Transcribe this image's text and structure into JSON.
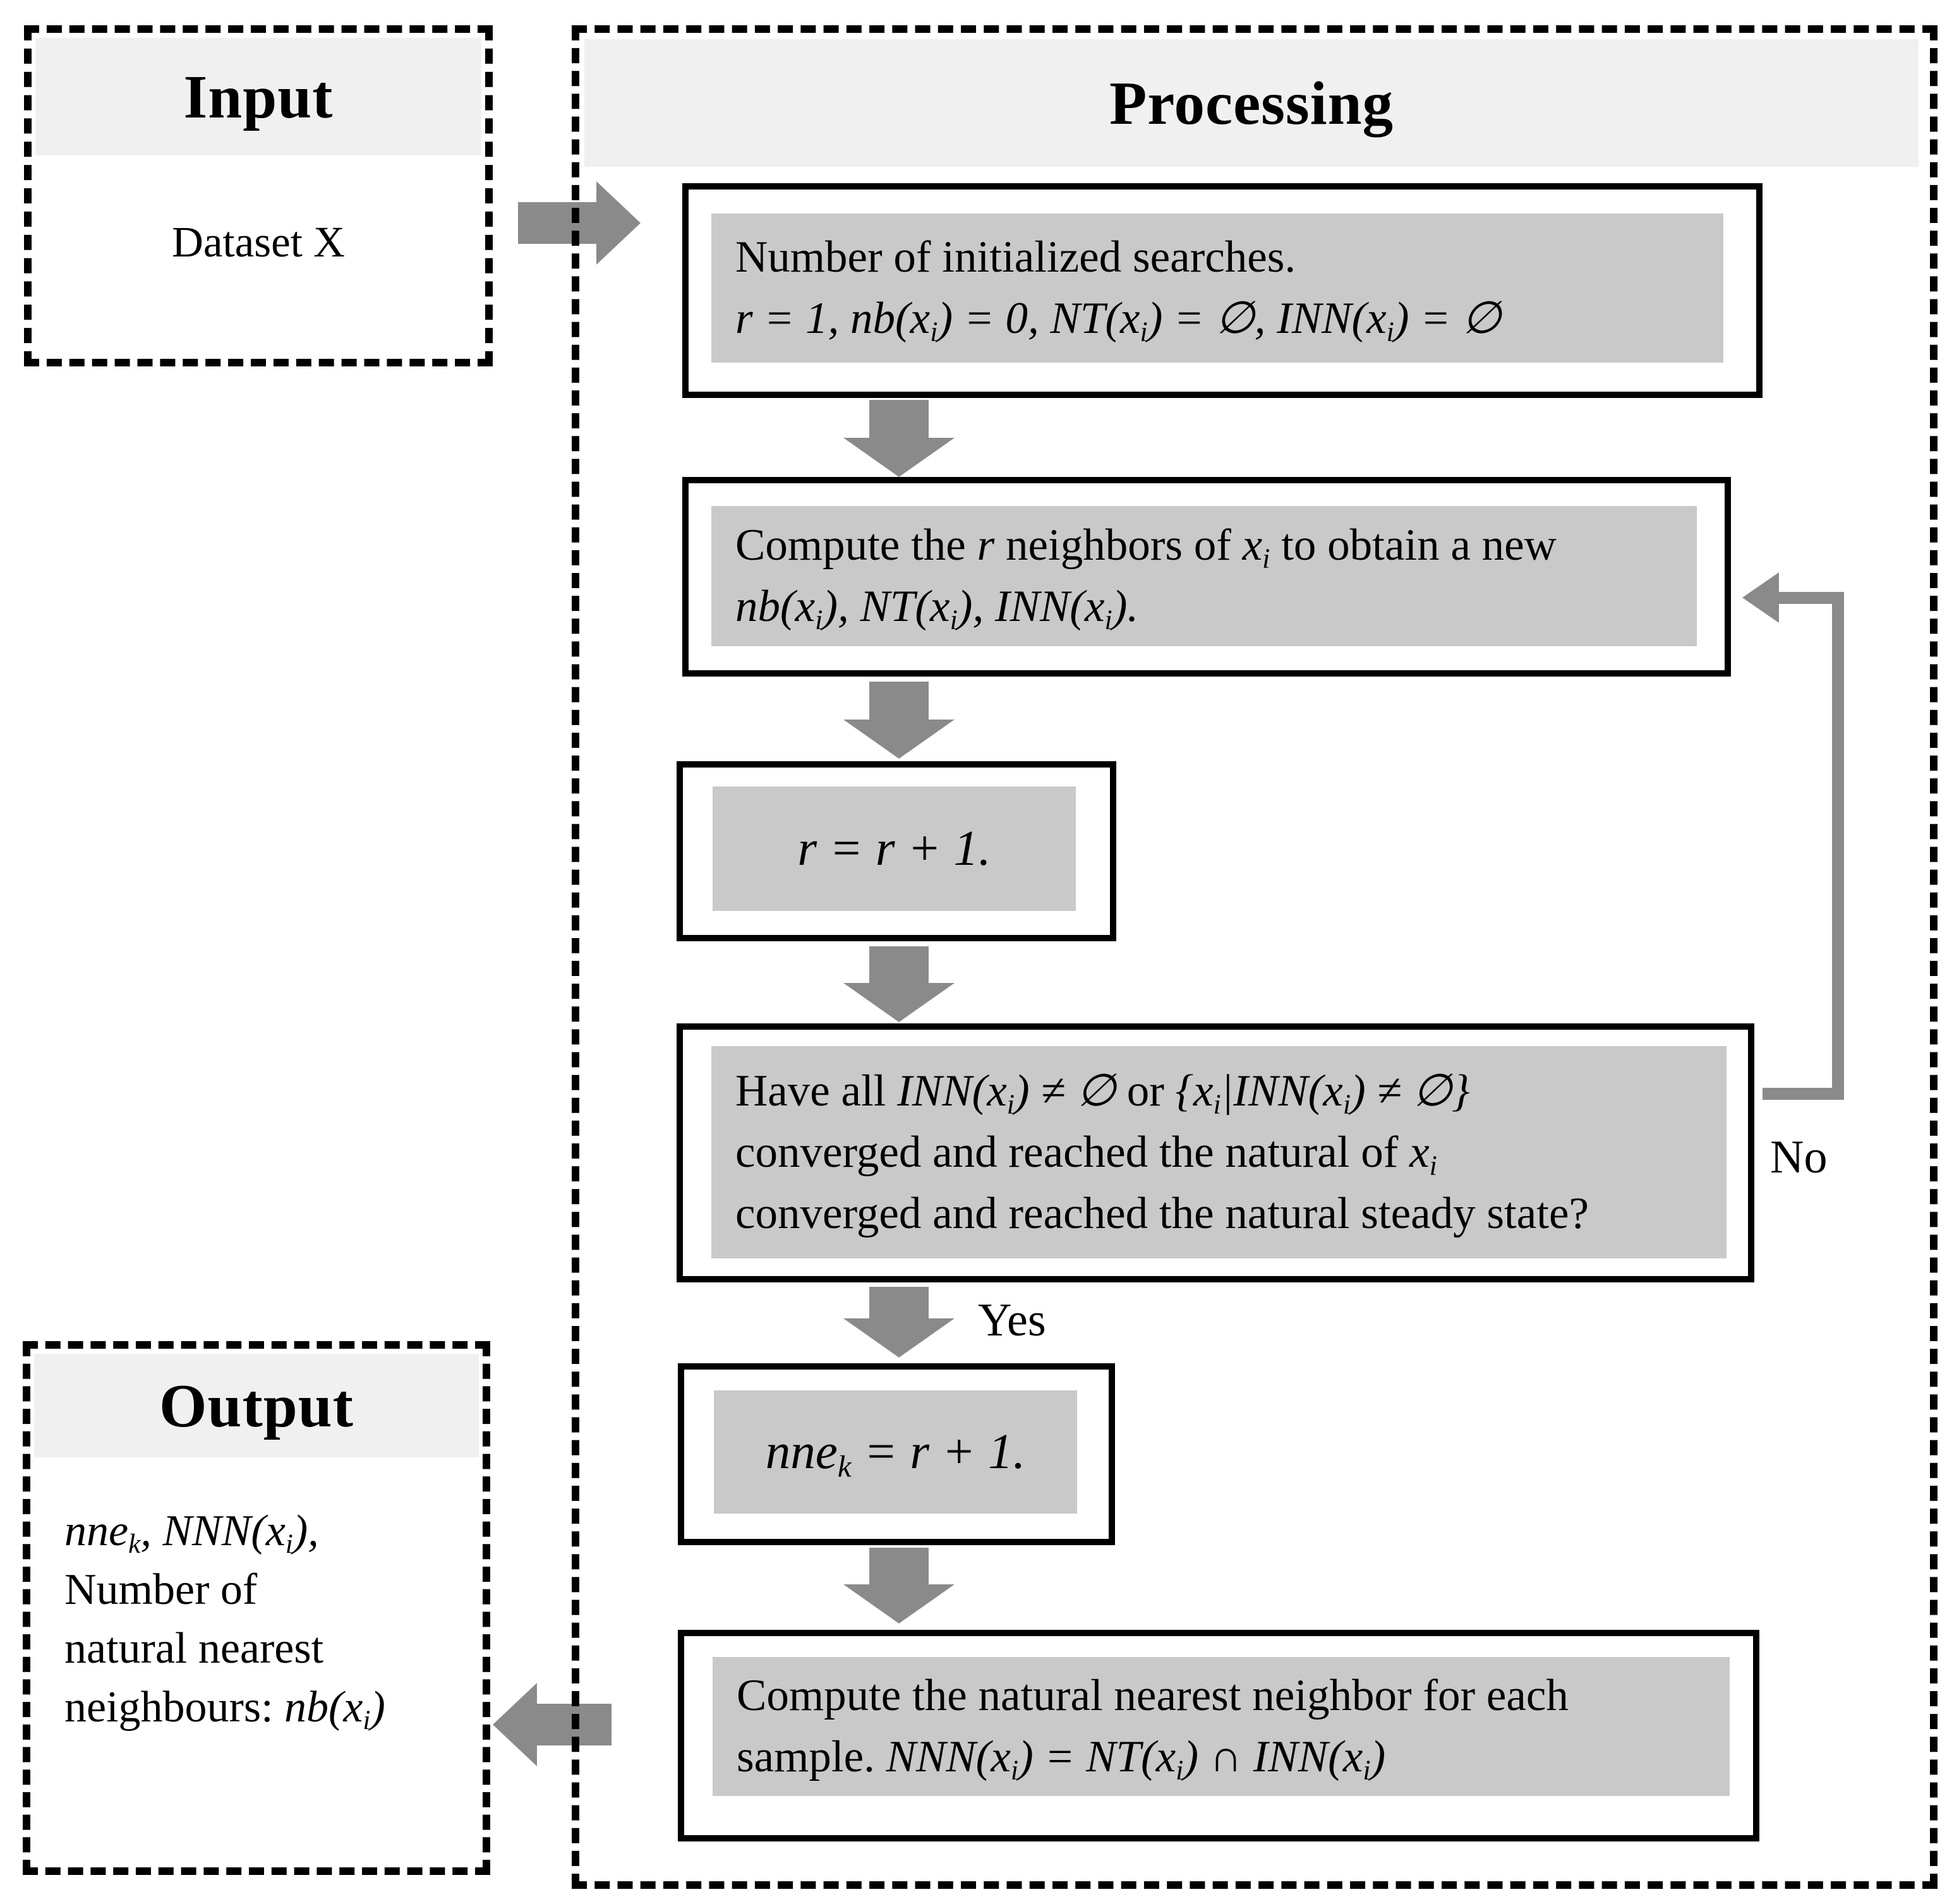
{
  "colors": {
    "box_fill": "#c9c9c9",
    "header_background": "#f0f0f0",
    "arrow": "#8a8a8a",
    "border": "#000000"
  },
  "input": {
    "title": "Input",
    "dataset_label": "Dataset X"
  },
  "processing": {
    "title": "Processing",
    "branch_labels": {
      "yes": "Yes",
      "no": "No"
    },
    "steps": {
      "init": {
        "lines": [
          [
            {
              "st": "n",
              "t": "Number of initialized searches."
            }
          ],
          [
            {
              "st": "i",
              "t": "r = 1, nb(x"
            },
            {
              "st": "sub",
              "t": "i"
            },
            {
              "st": "i",
              "t": ") = 0, NT(x"
            },
            {
              "st": "sub",
              "t": "i"
            },
            {
              "st": "i",
              "t": ") = ∅, INN(x"
            },
            {
              "st": "sub",
              "t": "i"
            },
            {
              "st": "i",
              "t": ") = ∅"
            }
          ]
        ]
      },
      "compute_neighbors": {
        "lines": [
          [
            {
              "st": "n",
              "t": "Compute the "
            },
            {
              "st": "i",
              "t": "r"
            },
            {
              "st": "n",
              "t": " neighbors of "
            },
            {
              "st": "i",
              "t": "x"
            },
            {
              "st": "sub",
              "t": "i"
            },
            {
              "st": "n",
              "t": " to obtain a new"
            }
          ],
          [
            {
              "st": "i",
              "t": "nb(x"
            },
            {
              "st": "sub",
              "t": "i"
            },
            {
              "st": "i",
              "t": "), NT(x"
            },
            {
              "st": "sub",
              "t": "i"
            },
            {
              "st": "i",
              "t": "), INN(x"
            },
            {
              "st": "sub",
              "t": "i"
            },
            {
              "st": "i",
              "t": ")."
            }
          ]
        ]
      },
      "increment": {
        "lines": [
          [
            {
              "st": "i",
              "t": "r = r + 1."
            }
          ]
        ]
      },
      "decision": {
        "lines": [
          [
            {
              "st": "n",
              "t": "Have all "
            },
            {
              "st": "i",
              "t": "INN(x"
            },
            {
              "st": "sub",
              "t": "i"
            },
            {
              "st": "i",
              "t": ") ≠ ∅"
            },
            {
              "st": "n",
              "t": " or "
            },
            {
              "st": "i",
              "t": "{x"
            },
            {
              "st": "sub",
              "t": "i"
            },
            {
              "st": "i",
              "t": "|INN(x"
            },
            {
              "st": "sub",
              "t": "i"
            },
            {
              "st": "i",
              "t": ") ≠ ∅}"
            }
          ],
          [
            {
              "st": "n",
              "t": "converged and reached the natural of "
            },
            {
              "st": "i",
              "t": "x"
            },
            {
              "st": "sub",
              "t": "i"
            }
          ],
          [
            {
              "st": "n",
              "t": "converged and reached the natural steady state?"
            }
          ]
        ]
      },
      "nne": {
        "lines": [
          [
            {
              "st": "i",
              "t": "nne"
            },
            {
              "st": "sub",
              "t": "k"
            },
            {
              "st": "i",
              "t": " = r + 1."
            }
          ]
        ]
      },
      "natural_nn": {
        "lines": [
          [
            {
              "st": "n",
              "t": "Compute the natural nearest neighbor for each"
            }
          ],
          [
            {
              "st": "n",
              "t": "sample. "
            },
            {
              "st": "i",
              "t": "NNN(x"
            },
            {
              "st": "sub",
              "t": "i"
            },
            {
              "st": "i",
              "t": ") = NT(x"
            },
            {
              "st": "sub",
              "t": "i"
            },
            {
              "st": "i",
              "t": ") ∩ INN(x"
            },
            {
              "st": "sub",
              "t": "i"
            },
            {
              "st": "i",
              "t": ")"
            }
          ]
        ]
      }
    }
  },
  "output": {
    "title": "Output",
    "lines": [
      [
        {
          "st": "i",
          "t": "nne"
        },
        {
          "st": "sub",
          "t": "k"
        },
        {
          "st": "i",
          "t": ", NNN(x"
        },
        {
          "st": "sub",
          "t": "i"
        },
        {
          "st": "i",
          "t": "),"
        }
      ],
      [
        {
          "st": "n",
          "t": "Number of"
        }
      ],
      [
        {
          "st": "n",
          "t": "natural nearest"
        }
      ],
      [
        {
          "st": "n",
          "t": "neighbours: "
        },
        {
          "st": "i",
          "t": "nb(x"
        },
        {
          "st": "sub",
          "t": "i"
        },
        {
          "st": "i",
          "t": ")"
        }
      ]
    ]
  }
}
